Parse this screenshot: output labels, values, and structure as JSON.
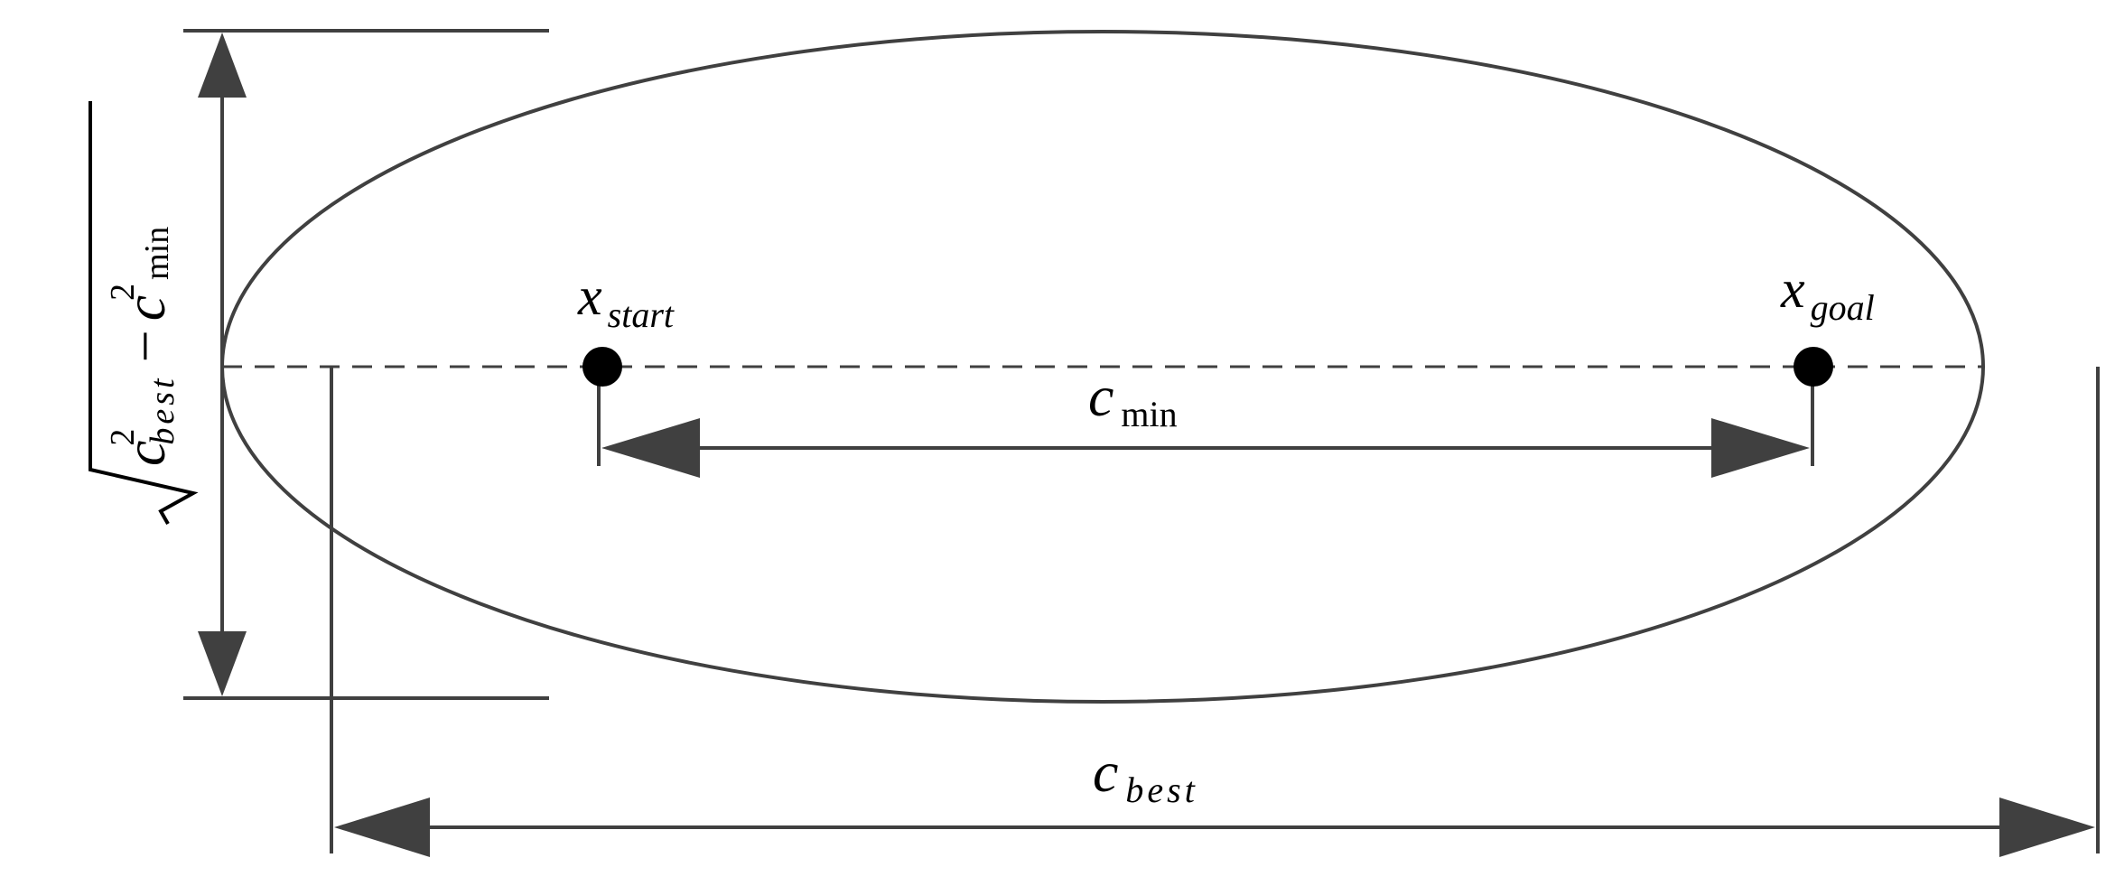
{
  "diagram": {
    "points": {
      "start": {
        "base": "x",
        "sub": "start"
      },
      "goal": {
        "base": "x",
        "sub": "goal"
      }
    },
    "dimensions": {
      "c_min": {
        "base": "c",
        "sub": "min"
      },
      "c_best": {
        "base": "c",
        "sub": "best"
      },
      "minor_axis": {
        "term1_base": "c",
        "term1_sup": "2",
        "term1_sub": "best",
        "minus": "−",
        "term2_base": "c",
        "term2_sup": "2",
        "term2_sub": "min"
      }
    },
    "colors": {
      "line": "#404040",
      "fill": "#ffffff",
      "point": "#000000"
    }
  }
}
